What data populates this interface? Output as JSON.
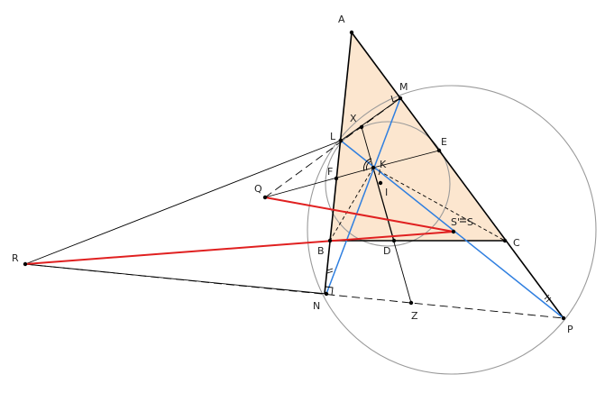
{
  "colors": {
    "triangle_fill": "#fce6cf",
    "circle": "#9a9a9a",
    "line": "#000000",
    "red": "#e02020",
    "blue": "#2f7fe0"
  },
  "labels": {
    "A": "A",
    "M": "M",
    "X": "X",
    "L": "L",
    "E": "E",
    "K": "K",
    "F": "F",
    "I": "I",
    "Q": "Q",
    "S": "S",
    "S_prime": "S'",
    "C": "C",
    "B": "B",
    "D": "D",
    "R": "R",
    "N": "N",
    "Z": "Z",
    "P": "P"
  }
}
